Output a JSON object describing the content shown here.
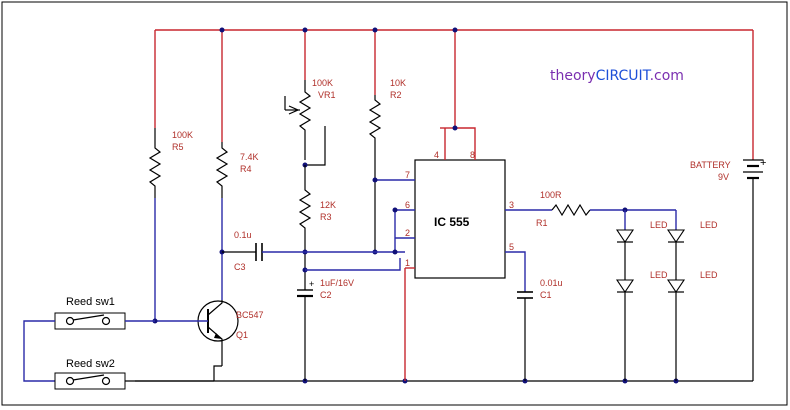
{
  "site": {
    "prefix": "theory",
    "highlight": "CIRCUIT",
    "suffix": ".com"
  },
  "battery": {
    "label": "BATTERY",
    "voltage": "9V",
    "plus": "+"
  },
  "ic": {
    "name": "IC 555",
    "pins": [
      "4",
      "8",
      "7",
      "6",
      "2",
      "1",
      "3",
      "5"
    ]
  },
  "resistors": [
    {
      "ref": "R5",
      "value": "100K"
    },
    {
      "ref": "R4",
      "value": "7.4K"
    },
    {
      "ref": "VR1",
      "value": "100K"
    },
    {
      "ref": "R2",
      "value": "10K"
    },
    {
      "ref": "R3",
      "value": "12K"
    },
    {
      "ref": "R1",
      "value": "100R"
    }
  ],
  "capacitors": [
    {
      "ref": "C3",
      "value": "0.1u"
    },
    {
      "ref": "C2",
      "value": "1uF/16V",
      "plus": "+"
    },
    {
      "ref": "C1",
      "value": "0.01u"
    }
  ],
  "transistor": {
    "type": "BC547",
    "ref": "Q1"
  },
  "switches": [
    {
      "label": "Reed sw1"
    },
    {
      "label": "Reed sw2"
    }
  ],
  "leds": [
    "LED",
    "LED",
    "LED",
    "LED"
  ]
}
